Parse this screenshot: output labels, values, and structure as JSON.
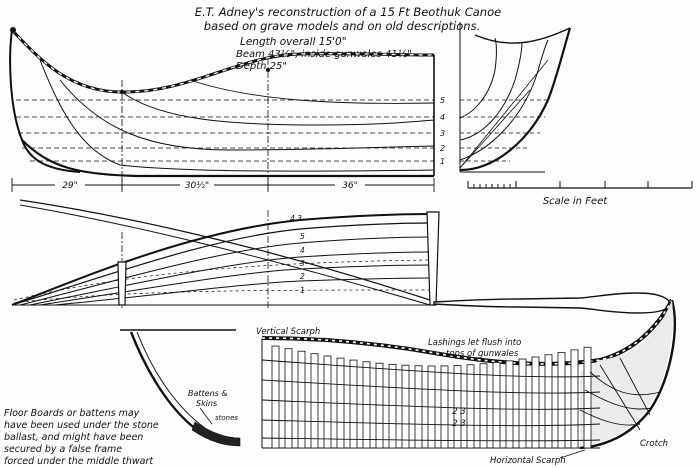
{
  "title": {
    "line1": "E.T. Adney's reconstruction of a 15 Ft Beothuk Canoe",
    "line2": "based on grave models and on old descriptions."
  },
  "specs": {
    "length": "Length overall 15'0\"",
    "beam": "Beam 43½\", inside gunwales 41½\"",
    "depth": "Depth 25\""
  },
  "waterlines": [
    "5",
    "4",
    "3",
    "2",
    "1"
  ],
  "station_spacing": [
    "29\"",
    "30½\"",
    "36\""
  ],
  "half_breadth_labels": [
    "4 3",
    "5",
    "4",
    "3",
    "2",
    "1"
  ],
  "scale_label": "Scale in Feet",
  "construction_notes": {
    "vertical_scarph": "Vertical Scarph",
    "lashings": "Lashings let flush into",
    "lashings_2": "tops of gunwales",
    "battens": "Battens &",
    "skins": "Skins",
    "stones": "stones",
    "crotch": "Crotch",
    "horizontal_scarph": "Horizontal Scarph"
  },
  "frame_marks": [
    "2",
    "3",
    "2",
    "3"
  ],
  "floor_note": [
    "Floor Boards or battens may",
    "have been used under the stone",
    "ballast, and might have been",
    "secured by a false frame",
    "forced under the middle thwart"
  ]
}
